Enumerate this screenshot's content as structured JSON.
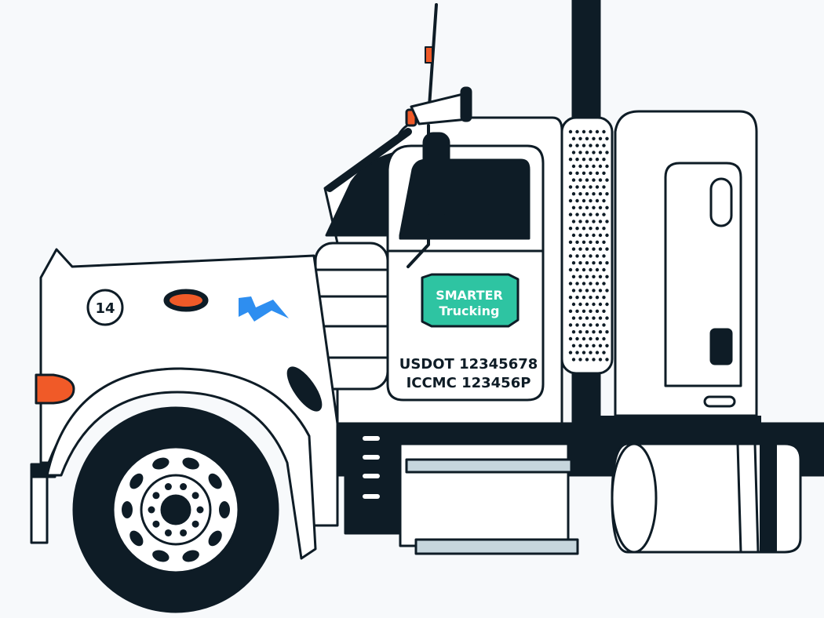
{
  "truck": {
    "unit_number": "14",
    "door_sign_line1": "SMARTER",
    "door_sign_line2": "Trucking",
    "usdot": "USDOT 12345678",
    "iccmc": "ICCMC 123456P"
  },
  "colors": {
    "background": "#f7f9fb",
    "outline": "#0e1c26",
    "body": "#ffffff",
    "accent_orange": "#f05a28",
    "accent_blue": "#2e8ef0",
    "sign_green": "#2ec4a2",
    "step_grey": "#c6d6dd"
  },
  "icons": {
    "brand_mark": "lightning-bolt-icon"
  }
}
